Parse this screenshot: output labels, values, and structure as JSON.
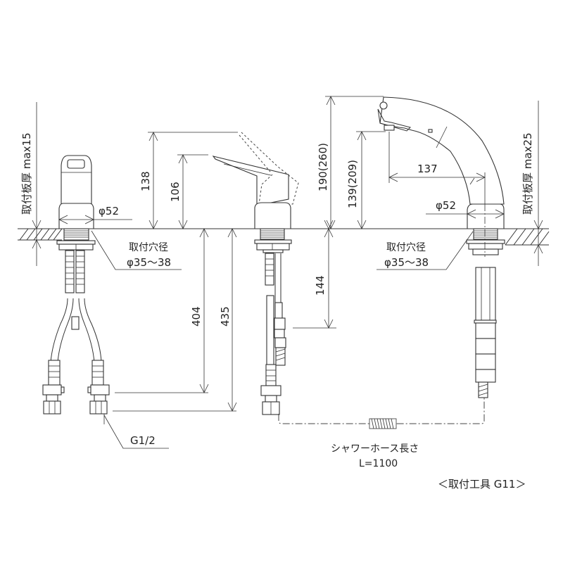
{
  "drawing": {
    "title": "Single-lever faucet dimension drawing",
    "views": [
      "front-view",
      "side-view",
      "shower-spout-side-view"
    ]
  },
  "labels": {
    "counter_thickness_left": "取付板厚 max15",
    "counter_thickness_right": "取付板厚 max25",
    "body_diameter_left": "φ52",
    "body_diameter_right": "φ52",
    "mount_hole_title_left": "取付穴径",
    "mount_hole_value_left": "φ35〜38",
    "mount_hole_title_right": "取付穴径",
    "mount_hole_value_right": "φ35〜38",
    "connection_thread": "G1/2",
    "hose_length_title": "シャワーホース長さ",
    "hose_length_value": "L=1100",
    "tool_note": "＜取付工具 G11＞"
  },
  "dimensions": {
    "lever_open_height": "138",
    "lever_closed_height": "106",
    "hose_to_fitting": "404",
    "hose_to_nut": "435",
    "below_counter": "144",
    "spout_total_height": "190(260)",
    "spout_outlet_height": "139(209)",
    "spout_reach": "137"
  },
  "colors": {
    "line": "#333333",
    "background": "#ffffff"
  }
}
